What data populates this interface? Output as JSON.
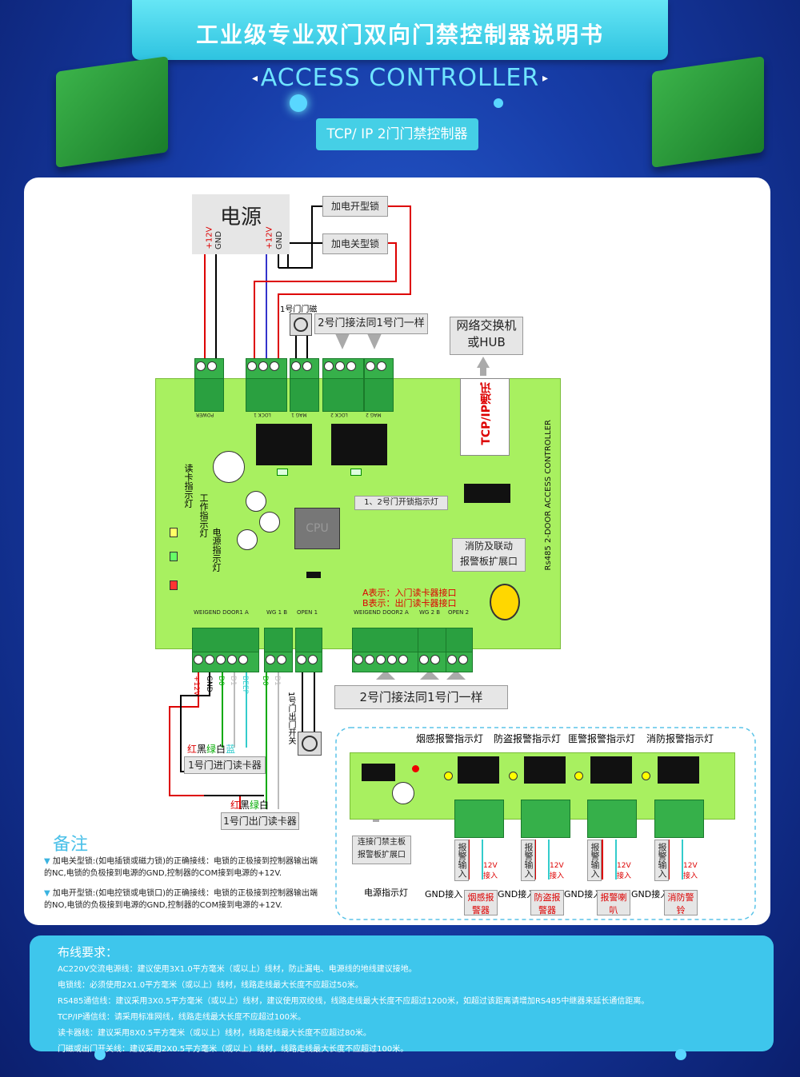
{
  "header": {
    "title": "工业级专业双门双向门禁控制器说明书",
    "subtitle": "ACCESS CONTROLLER",
    "model": "TCP/ IP 2门门禁控制器"
  },
  "diagram": {
    "power_label": "电源",
    "power_12v": "+12V",
    "power_gnd": "GND",
    "lock_open": "加电开型锁",
    "lock_close": "加电关型锁",
    "door1_sensor": "1号门门磁",
    "door2_same": "2号门接法同1号门一样",
    "network": "网络交换机\n或HUB",
    "tcp_comm": "TCP/IP通讯",
    "board_name": "Rs485 2-DOOR ACCESS CONTROLLER",
    "cpu": "CPU",
    "door_indicator": "1、2号门开锁指示灯",
    "fire_ext": "消防及联动\n报警板扩展口",
    "a_note": "A表示：入门读卡器接口",
    "b_note": "B表示：出门读卡器接口",
    "read_led": "读卡指示灯",
    "work_led": "工作指示灯",
    "power_led": "电源指示灯",
    "door2_bottom": "2号门接法同1号门一样",
    "reader1_in": "1号门进门读卡器",
    "reader1_out": "1号门出门读卡器",
    "exit_switch": "1号门出门开关",
    "wire_colors_in": [
      "红",
      "黑",
      "绿",
      "白",
      "蓝"
    ],
    "wire_colors_out": [
      "红",
      "黑",
      "绿",
      "白"
    ],
    "terminal_labels": {
      "power": "POWER",
      "lock1": "LOCK 1",
      "mag1": "MAG 1",
      "lock2": "LOCK 2",
      "mag2": "MAG 2",
      "wg1a": "WEIGEND DOOR1 A",
      "wg1b": "WG 1 B",
      "open1": "OPEN 1",
      "wg2a": "WEIGEND DOOR2 A",
      "wg2b": "WG 2 B",
      "open2": "OPEN 2"
    },
    "bottom_wire_labels": [
      "+12V",
      "GND",
      "D0",
      "D1",
      "BEEP",
      "D0",
      "D1"
    ]
  },
  "alarm": {
    "smoke": "烟感报警指示灯",
    "theft": "防盗报警指示灯",
    "bandit": "匪警报警指示灯",
    "fire": "消防报警指示灯",
    "ext_port": "连接门禁主板\n报警板扩展口",
    "power_led": "电源指示灯",
    "gnd_in": "GND接入",
    "alarm_in": "报警输入",
    "v12_in": "12V接入",
    "devices": [
      "烟感报警器",
      "防盗报警器",
      "报警喇叭",
      "消防警铃"
    ]
  },
  "notes": {
    "title": "备注",
    "items": [
      "加电关型锁:(如电插锁或磁力锁)的正确接线：电锁的正极接到控制器输出端的NC,电锁的负极接到电源的GND,控制器的COM接到电源的+12V.",
      "加电开型锁:(如电控锁或电锁口)的正确接线：电锁的正极接到控制器输出端的NO,电锁的负极接到电源的GND,控制器的COM接到电源的+12V."
    ]
  },
  "wiring": {
    "title": "布线要求：",
    "lines": [
      "AC220V交流电源线：建议使用3X1.0平方毫米（或以上）线材，防止漏电、电源线的地线建议接地。",
      "电锁线：必须使用2X1.0平方毫米（或以上）线材，线路走线最大长度不应超过50米。",
      "RS485通信线：建议采用3X0.5平方毫米（或以上）线材，建议使用双绞线，线路走线最大长度不应超过1200米，如超过该距离请增加RS485中继器来延长通信距离。",
      "TCP/IP通信线：请采用标准网线，线路走线最大长度不应超过100米。",
      "读卡器线：建议采用8X0.5平方毫米（或以上）线材，线路走线最大长度不应超过80米。",
      "门磁或出门开关线：建议采用2X0.5平方毫米（或以上）线材，线路走线最大长度不应超过100米。"
    ]
  }
}
